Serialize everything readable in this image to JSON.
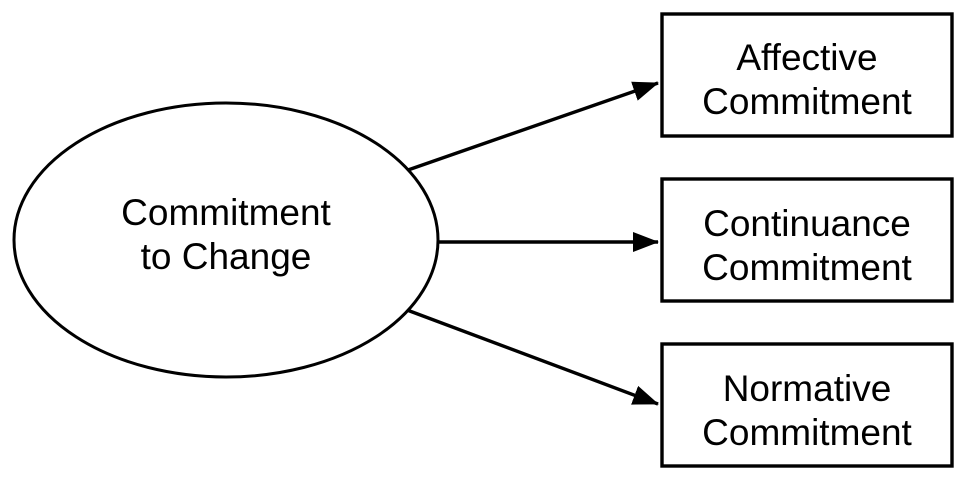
{
  "diagram": {
    "background_color": "#ffffff",
    "stroke_color": "#000000",
    "text_color": "#000000",
    "source_node": {
      "shape": "ellipse",
      "label_line1": "Commitment",
      "label_line2": "to Change"
    },
    "target_nodes": [
      {
        "shape": "rectangle",
        "label_line1": "Affective",
        "label_line2": "Commitment"
      },
      {
        "shape": "rectangle",
        "label_line1": "Continuance",
        "label_line2": "Commitment"
      },
      {
        "shape": "rectangle",
        "label_line1": "Normative",
        "label_line2": "Commitment"
      }
    ],
    "connector_count": "3"
  }
}
